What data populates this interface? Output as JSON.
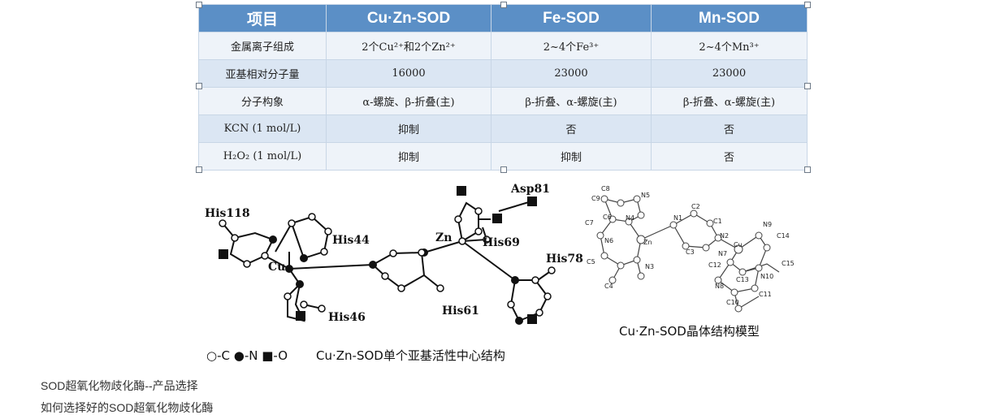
{
  "table": {
    "headers": [
      "项目",
      "Cu·Zn-SOD",
      "Fe-SOD",
      "Mn-SOD"
    ],
    "rows": [
      {
        "label": "金属离子组成",
        "cells": [
          "2个Cu²⁺和2个Zn²⁺",
          "2~4个Fe³⁺",
          "2~4个Mn³⁺"
        ]
      },
      {
        "label": "亚基相对分子量",
        "cells": [
          "16000",
          "23000",
          "23000"
        ]
      },
      {
        "label": "分子构象",
        "cells": [
          "α-螺旋、β-折叠(主)",
          "β-折叠、α-螺旋(主)",
          "β-折叠、α-螺旋(主)"
        ]
      },
      {
        "label": "KCN (1 mol/L)",
        "cells": [
          "抑制",
          "否",
          "否"
        ]
      },
      {
        "label": "H₂O₂ (1 mol/L)",
        "cells": [
          "抑制",
          "抑制",
          "否"
        ]
      }
    ]
  },
  "diagram": {
    "residues": [
      "His118",
      "His44",
      "His46",
      "His61",
      "His69",
      "His78",
      "Asp81"
    ],
    "metals": [
      "Cu",
      "Zn"
    ],
    "legend": "○-C  ●-N  ■-O",
    "caption_left": "Cu·Zn-SOD单个亚基活性中心结构",
    "caption_right": "Cu·Zn-SOD晶体结构模型",
    "crystal_labels": [
      "C8",
      "N5",
      "C9",
      "C7",
      "C6",
      "N4",
      "N1",
      "C2",
      "C1",
      "N9",
      "N6",
      "Zn",
      "N2",
      "C14",
      "Cu",
      "C5",
      "C3",
      "C12",
      "N7",
      "C15",
      "N3",
      "N10",
      "C13",
      "N8",
      "C11",
      "C4",
      "C10"
    ]
  },
  "links": [
    "SOD超氧化物歧化酶--产品选择",
    "如何选择好的SOD超氧化物歧化酶"
  ]
}
